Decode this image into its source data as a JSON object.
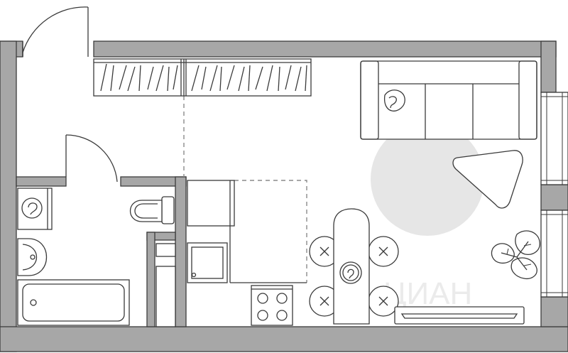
{
  "plan": {
    "type": "studio-apartment-floor-plan",
    "watermark_text": "ЦИАН",
    "colors": {
      "wall_fill": "#a7a7a7",
      "line": "#3a3a3a",
      "background": "#ffffff",
      "rug": "#e6e6e6",
      "dashed_zone": "#8a8a8a"
    },
    "rooms": [
      "entrance-hall",
      "bathroom",
      "kitchen",
      "living-room"
    ],
    "fixtures": {
      "bathroom": [
        "washing-machine",
        "toilet",
        "sink",
        "bathtub"
      ],
      "kitchen": [
        "refrigerator",
        "kitchen-sink",
        "cooktop"
      ],
      "living": [
        "wardrobe",
        "sofa",
        "round-rug",
        "coffee-table",
        "dining-table",
        "dining-chairs",
        "plant",
        "tv-stand"
      ]
    }
  }
}
